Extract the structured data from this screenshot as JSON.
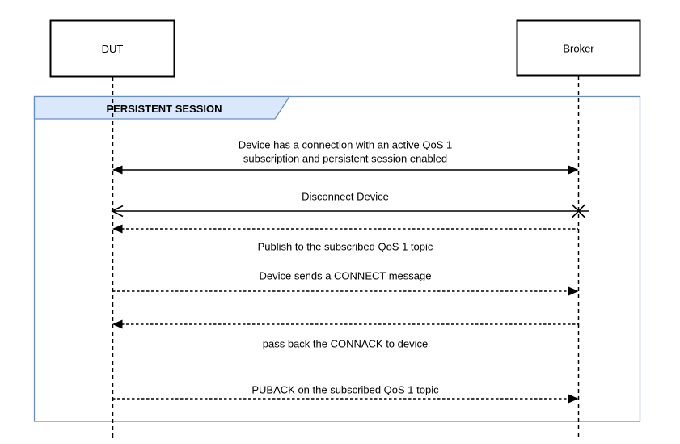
{
  "colors": {
    "frame_border": "#6c8ebf",
    "frame_fill": "#dae8fc",
    "line_color": "#000000",
    "background": "#ffffff"
  },
  "actors": [
    {
      "label": "DUT"
    },
    {
      "label": "Broker"
    }
  ],
  "frame": {
    "title": "PERSISTENT SESSION"
  },
  "messages": [
    {
      "lines": [
        "Device has a connection with an active QoS 1",
        "subscription and persistent session enabled"
      ],
      "style": "solid",
      "direction": "bidirectional"
    },
    {
      "label": "Disconnect Device",
      "style": "solid",
      "direction": "broker-to-dut",
      "end_marker": "x-cross"
    },
    {
      "label": "Publish to the subscribed QoS 1 topic",
      "style": "dashed",
      "direction": "broker-to-dut"
    },
    {
      "label": "Device sends a CONNECT message",
      "style": "dashed",
      "direction": "dut-to-broker"
    },
    {
      "label": "pass back the CONNACK to device",
      "style": "dashed",
      "direction": "broker-to-dut"
    },
    {
      "label": "PUBACK on the subscribed QoS 1 topic",
      "style": "dashed",
      "direction": "dut-to-broker"
    }
  ]
}
